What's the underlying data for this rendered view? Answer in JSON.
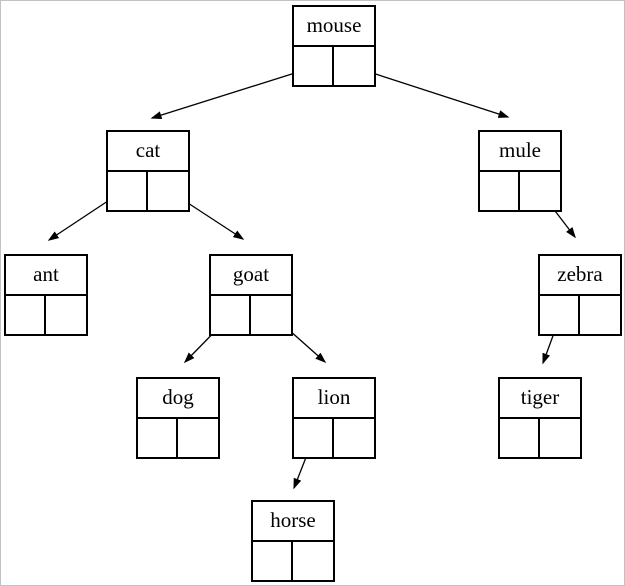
{
  "diagram": {
    "type": "binary-tree",
    "background_color": "#ffffff",
    "line_color": "#000000",
    "box_border_color": "#000000",
    "page_border_color": "#bfc3c9",
    "nodes": [
      {
        "id": "mouse",
        "label": "mouse"
      },
      {
        "id": "cat",
        "label": "cat"
      },
      {
        "id": "mule",
        "label": "mule"
      },
      {
        "id": "ant",
        "label": "ant"
      },
      {
        "id": "goat",
        "label": "goat"
      },
      {
        "id": "zebra",
        "label": "zebra"
      },
      {
        "id": "dog",
        "label": "dog"
      },
      {
        "id": "lion",
        "label": "lion"
      },
      {
        "id": "tiger",
        "label": "tiger"
      },
      {
        "id": "horse",
        "label": "horse"
      }
    ],
    "edges": [
      {
        "from": "mouse",
        "from_cell": "left",
        "to": "cat"
      },
      {
        "from": "mouse",
        "from_cell": "right",
        "to": "mule"
      },
      {
        "from": "cat",
        "from_cell": "left",
        "to": "ant"
      },
      {
        "from": "cat",
        "from_cell": "right",
        "to": "goat"
      },
      {
        "from": "mule",
        "from_cell": "right",
        "to": "zebra"
      },
      {
        "from": "goat",
        "from_cell": "left",
        "to": "dog"
      },
      {
        "from": "goat",
        "from_cell": "right",
        "to": "lion"
      },
      {
        "from": "zebra",
        "from_cell": "left",
        "to": "tiger"
      },
      {
        "from": "lion",
        "from_cell": "left",
        "to": "horse"
      }
    ]
  }
}
